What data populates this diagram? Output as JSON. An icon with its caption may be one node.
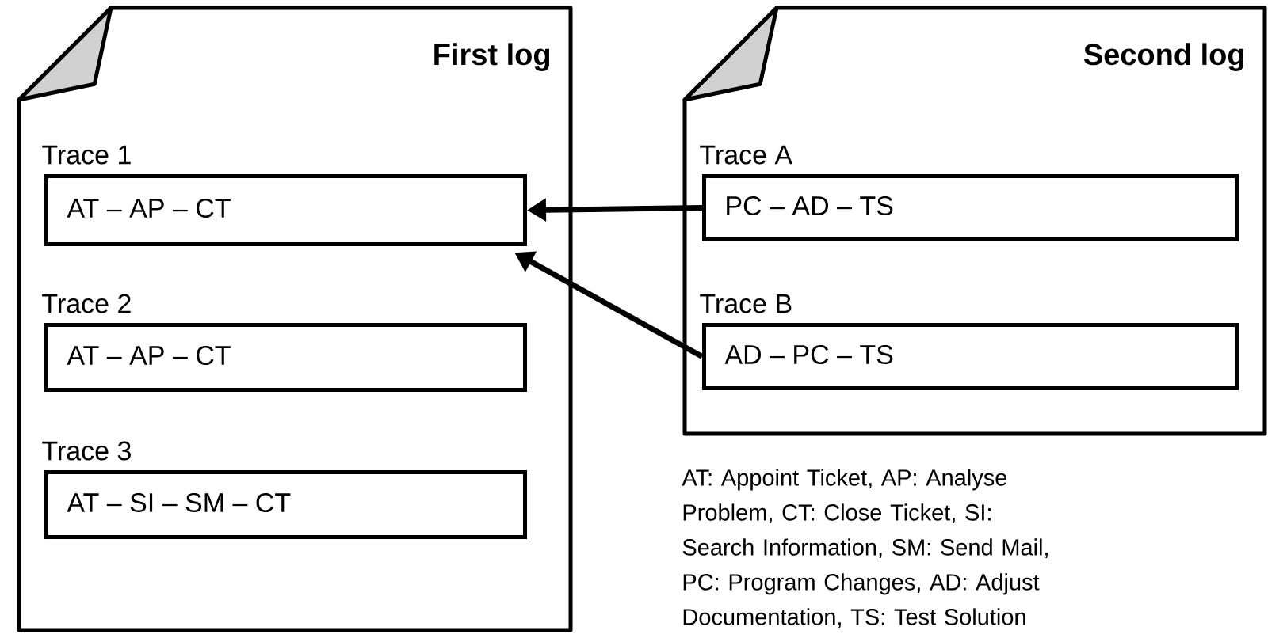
{
  "diagram": {
    "nodes": [
      {
        "text": [
          "First log"
        ]
      },
      {
        "text": [
          "Trace 1",
          "AT – AP – CT"
        ],
        "in": 0
      },
      {
        "text": [
          "Trace 2",
          "AT – AP – CT"
        ],
        "in": 0
      },
      {
        "text": [
          "Trace 3",
          "AT – SI – SM – CT"
        ],
        "in": 0
      },
      {
        "text": [
          "Second log"
        ]
      },
      {
        "text": [
          "Trace A",
          "PC – AD – TS"
        ],
        "in": 4
      },
      {
        "text": [
          "Trace B",
          "AD – PC – TS"
        ],
        "in": 4
      }
    ],
    "edges": [
      {
        "from": 5,
        "to": 1,
        "arrow": "to"
      },
      {
        "from": 6,
        "to": 1,
        "arrow": "to"
      }
    ],
    "labels": [
      "AT: Appoint Ticket, AP: Analyse Problem, CT: Close Ticket, SI: Search Information, SM: Send Mail, PC: Program Changes, AD: Adjust Documentation, TS: Test Solution"
    ]
  }
}
